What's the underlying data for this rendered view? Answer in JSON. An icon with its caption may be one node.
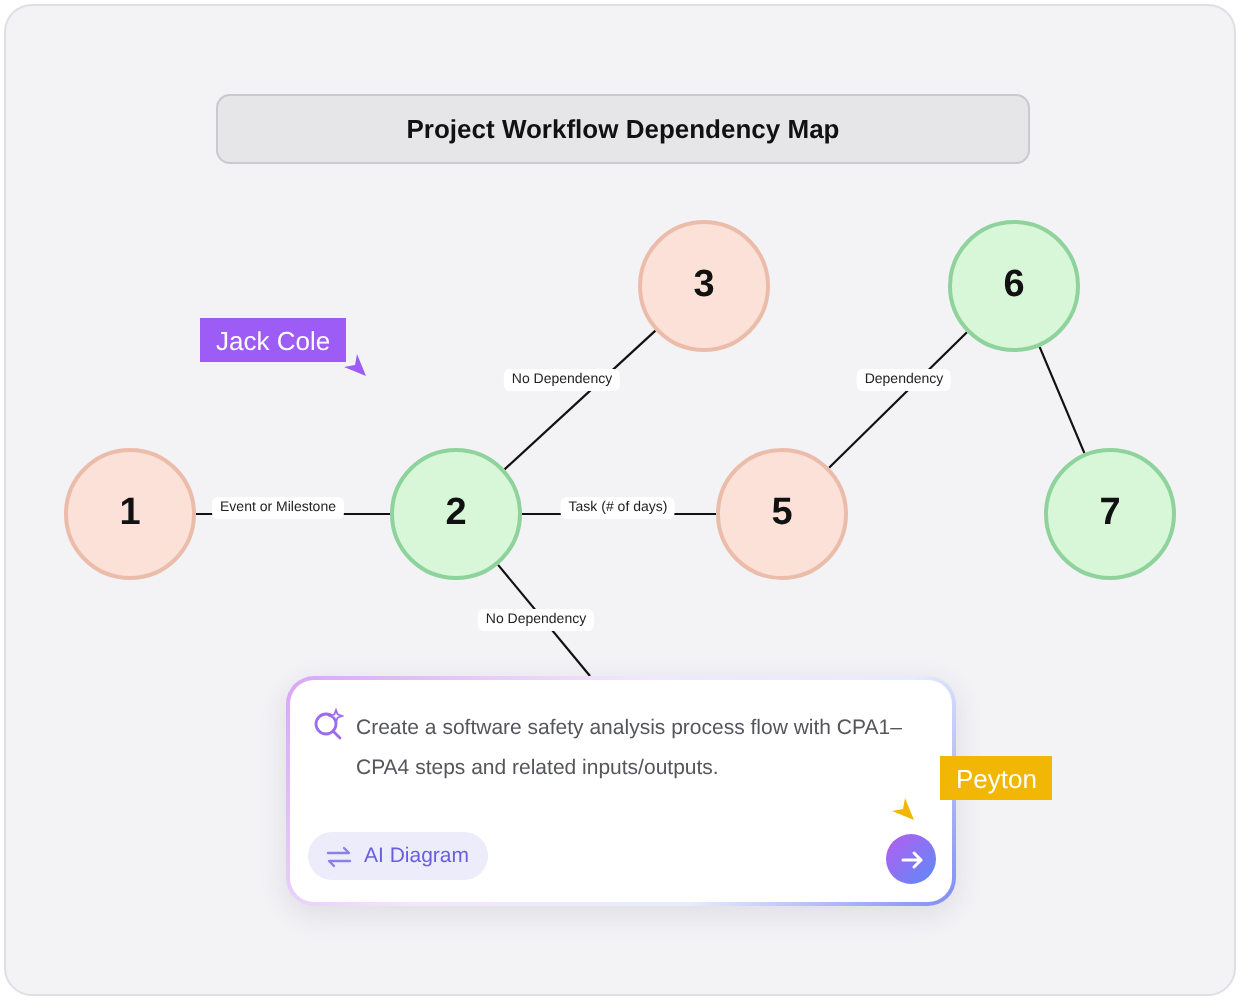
{
  "diagram": {
    "title": "Project Workflow Dependency Map",
    "nodes": [
      {
        "text": [
          "1"
        ]
      },
      {
        "text": [
          "2"
        ]
      },
      {
        "text": [
          "3"
        ]
      },
      {
        "text": [
          "5"
        ]
      },
      {
        "text": [
          "6"
        ]
      },
      {
        "text": [
          "7"
        ]
      },
      {
        "text": [
          "Create a software safety analysis process flow with CPA1–CPA4 steps and related inputs/outputs.",
          "AI Diagram"
        ]
      }
    ],
    "edges": [
      {
        "from": 0,
        "to": 1,
        "arrow": "none",
        "label": "Event or Milestone"
      },
      {
        "from": 1,
        "to": 2,
        "arrow": "none",
        "label": "No Dependency"
      },
      {
        "from": 1,
        "to": 3,
        "arrow": "none",
        "label": "Task (# of days)"
      },
      {
        "from": 3,
        "to": 4,
        "arrow": "none",
        "label": "Dependency"
      },
      {
        "from": 4,
        "to": 5,
        "arrow": "none"
      },
      {
        "from": 1,
        "to": 6,
        "arrow": "none",
        "label": "No Dependency"
      }
    ],
    "labels": [
      "Jack Cole",
      "Peyton"
    ]
  }
}
